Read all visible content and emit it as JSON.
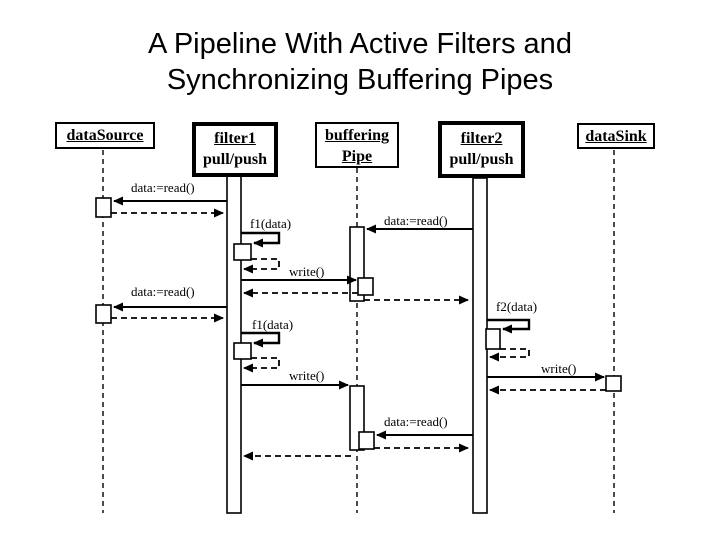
{
  "slide": {
    "title_line1": "A Pipeline With Active Filters and",
    "title_line2": "Synchronizing Buffering Pipes"
  },
  "colors": {
    "background": "#ffffff",
    "ink": "#000000"
  },
  "lifelines": [
    {
      "name": "dataSource",
      "stereotype": "",
      "border": "thin",
      "active_object": false
    },
    {
      "name": "filter1",
      "stereotype": "pull/push",
      "border": "thick",
      "active_object": true
    },
    {
      "name": "buffering",
      "name_line2": "Pipe",
      "stereotype": "",
      "border": "thin",
      "active_object": false
    },
    {
      "name": "filter2",
      "stereotype": "pull/push",
      "border": "thick",
      "active_object": true
    },
    {
      "name": "dataSink",
      "stereotype": "",
      "border": "thin",
      "active_object": false
    }
  ],
  "messages": [
    {
      "label": "data:=read()",
      "from": "filter1",
      "to": "dataSource",
      "type": "call"
    },
    {
      "label": "data:=read()",
      "from": "filter2",
      "to": "bufferingPipe",
      "type": "call"
    },
    {
      "label": "f1(data)",
      "from": "filter1",
      "to": "filter1",
      "type": "self-call"
    },
    {
      "label": "write()",
      "from": "filter1",
      "to": "bufferingPipe",
      "type": "call"
    },
    {
      "label": "data:=read()",
      "from": "filter1",
      "to": "dataSource",
      "type": "call"
    },
    {
      "label": "f2(data)",
      "from": "filter2",
      "to": "filter2",
      "type": "self-call"
    },
    {
      "label": "f1(data)",
      "from": "filter1",
      "to": "filter1",
      "type": "self-call"
    },
    {
      "label": "write()",
      "from": "filter2",
      "to": "dataSink",
      "type": "call"
    },
    {
      "label": "write()",
      "from": "filter1",
      "to": "bufferingPipe",
      "type": "call"
    },
    {
      "label": "data:=read()",
      "from": "filter2",
      "to": "bufferingPipe",
      "type": "call"
    }
  ]
}
